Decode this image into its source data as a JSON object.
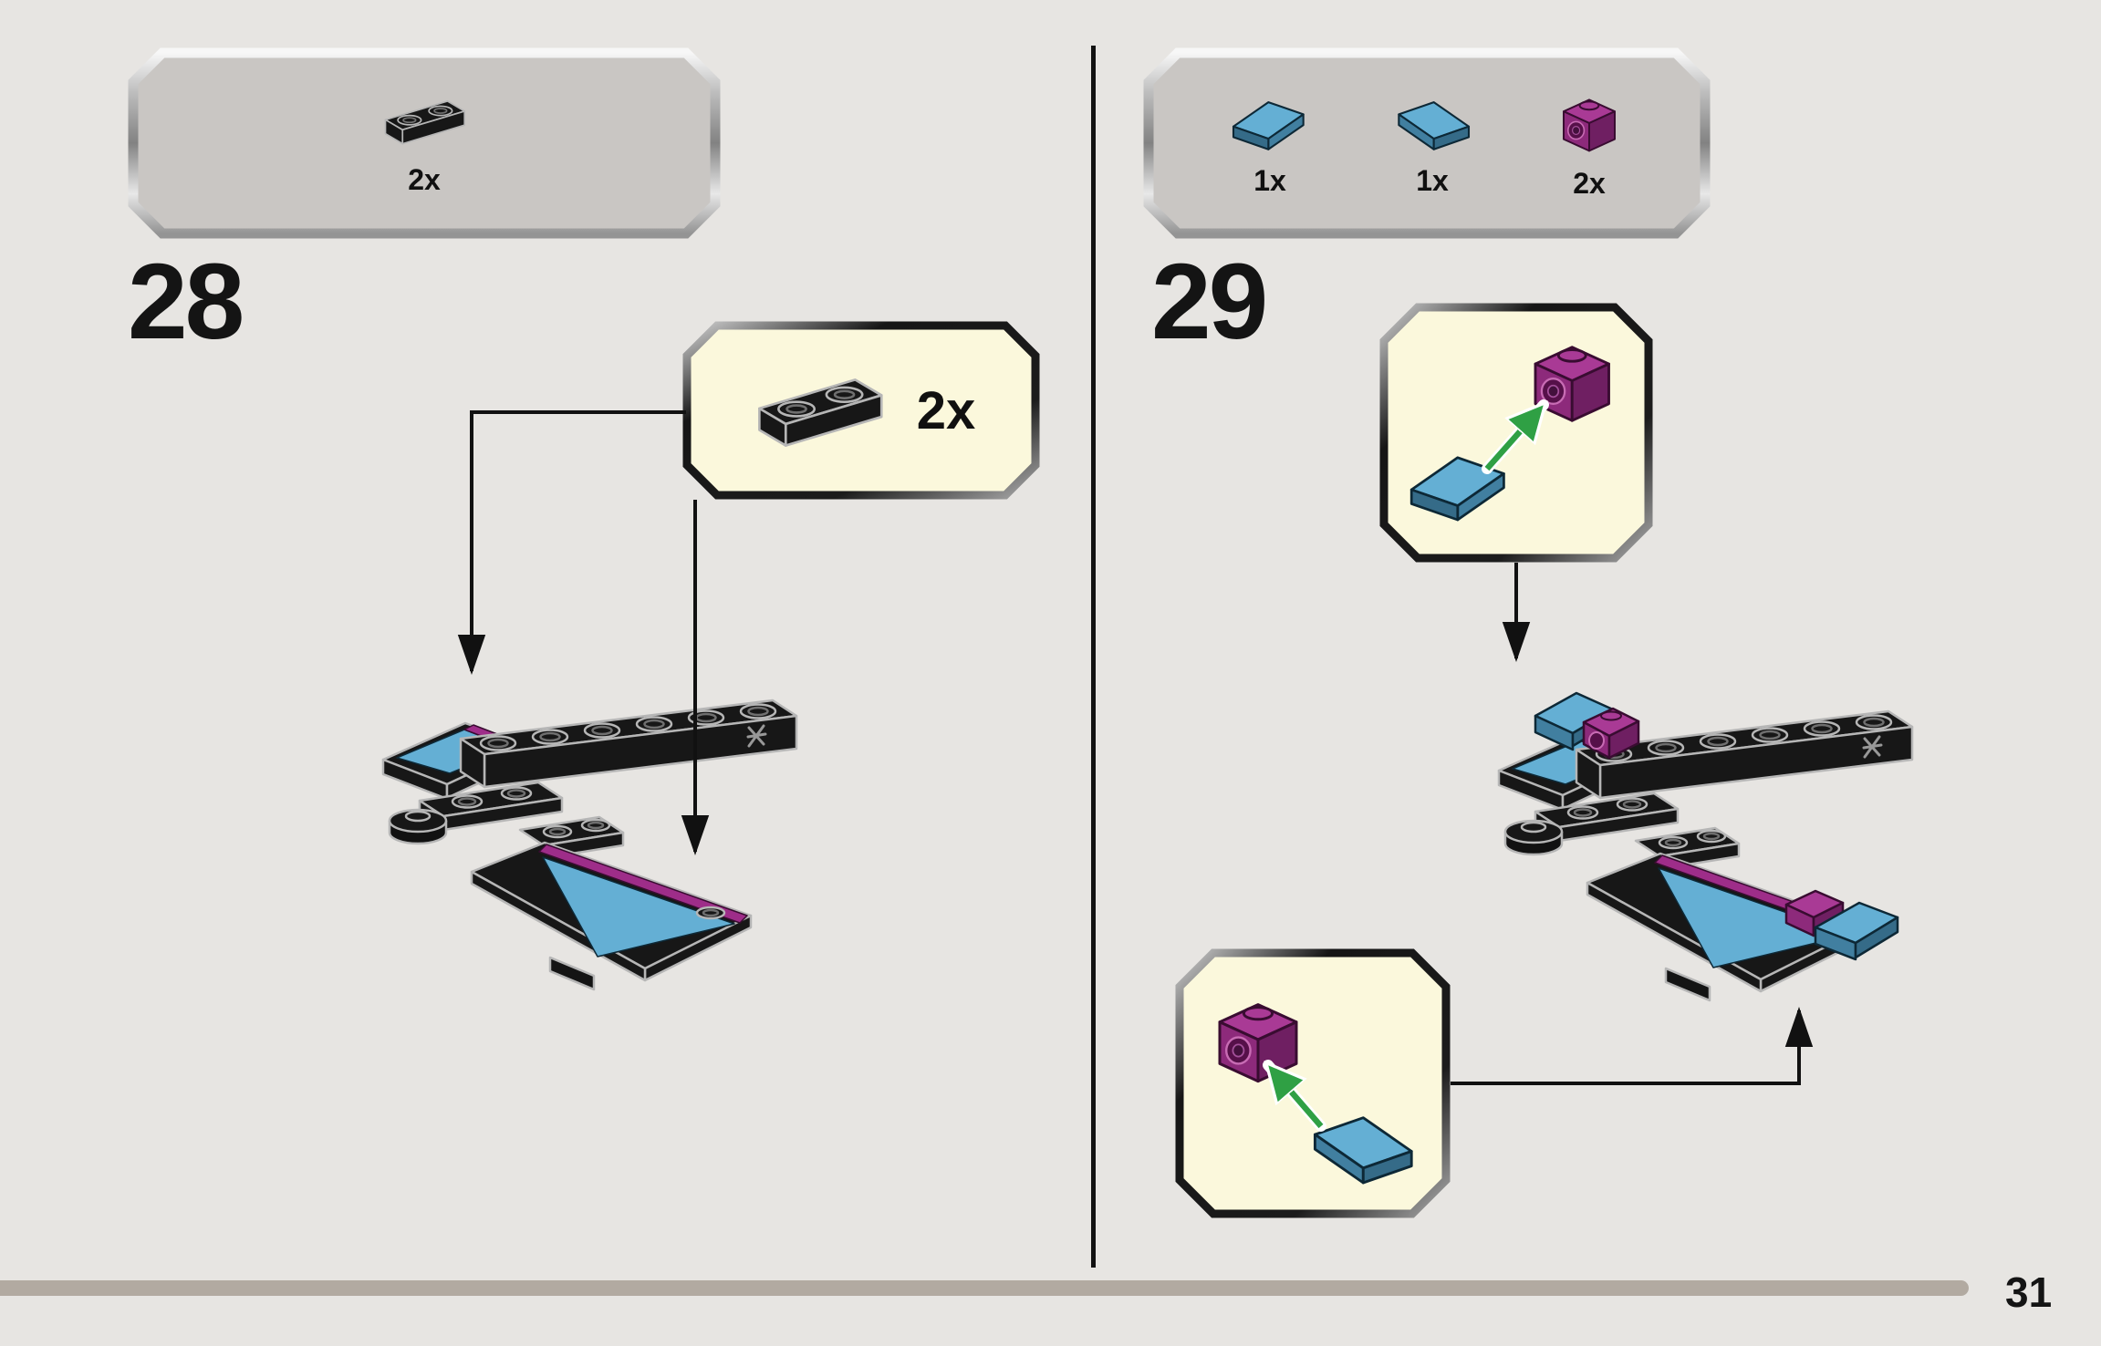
{
  "page": {
    "number": "31"
  },
  "steps": [
    {
      "number": "28",
      "parts_box": {
        "parts": [
          {
            "icon": "black-plate-1x2-icon",
            "count": "2x"
          }
        ]
      },
      "callouts": [
        {
          "icon": "black-plate-1x2-icon",
          "count": "2x"
        }
      ]
    },
    {
      "number": "29",
      "parts_box": {
        "parts": [
          {
            "icon": "blue-wedge-left-icon",
            "count": "1x"
          },
          {
            "icon": "blue-wedge-right-icon",
            "count": "1x"
          },
          {
            "icon": "magenta-bracket-icon",
            "count": "2x"
          }
        ]
      },
      "callouts": [
        {
          "icon": "blue-wedge-with-magenta-bracket-subassembly"
        },
        {
          "icon": "magenta-bracket-with-blue-wedge-subassembly"
        }
      ]
    }
  ],
  "colors": {
    "background": "#e7e5e2",
    "parts_box_fill": "#c9c6c3",
    "callout_fill": "#fbf8dc",
    "piece_black": "#171717",
    "piece_blue": "#64AFD4",
    "piece_magenta": "#9E2D89",
    "arrow_green": "#2FA044",
    "footer_bar": "#b2aaa1"
  }
}
